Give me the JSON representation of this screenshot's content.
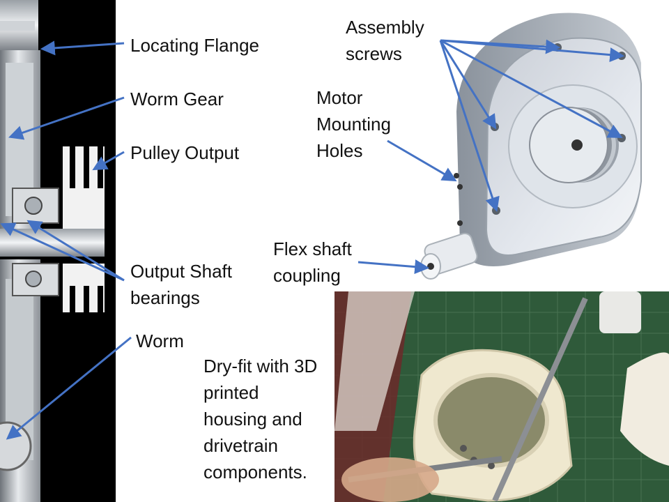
{
  "labels": {
    "locating_flange": "Locating Flange",
    "worm_gear": "Worm Gear",
    "pulley_output": "Pulley Output",
    "output_shaft_bearings": "Output Shaft\nbearings",
    "worm": "Worm",
    "assembly_screws": "Assembly\nscrews",
    "motor_mounting_holes": "Motor\nMounting\nHoles",
    "flex_shaft_coupling": "Flex shaft\ncoupling",
    "dry_fit_caption": "Dry-fit with 3D\nprinted\nhousing and\ndrivetrain\ncomponents."
  },
  "colors": {
    "arrow": "#4472c4",
    "section_background": "#000000",
    "metal": "#b8bec6",
    "housing_render": "#d8dde4",
    "printed_part": "#efe8cf",
    "cutting_mat": "#2f5a3a"
  }
}
